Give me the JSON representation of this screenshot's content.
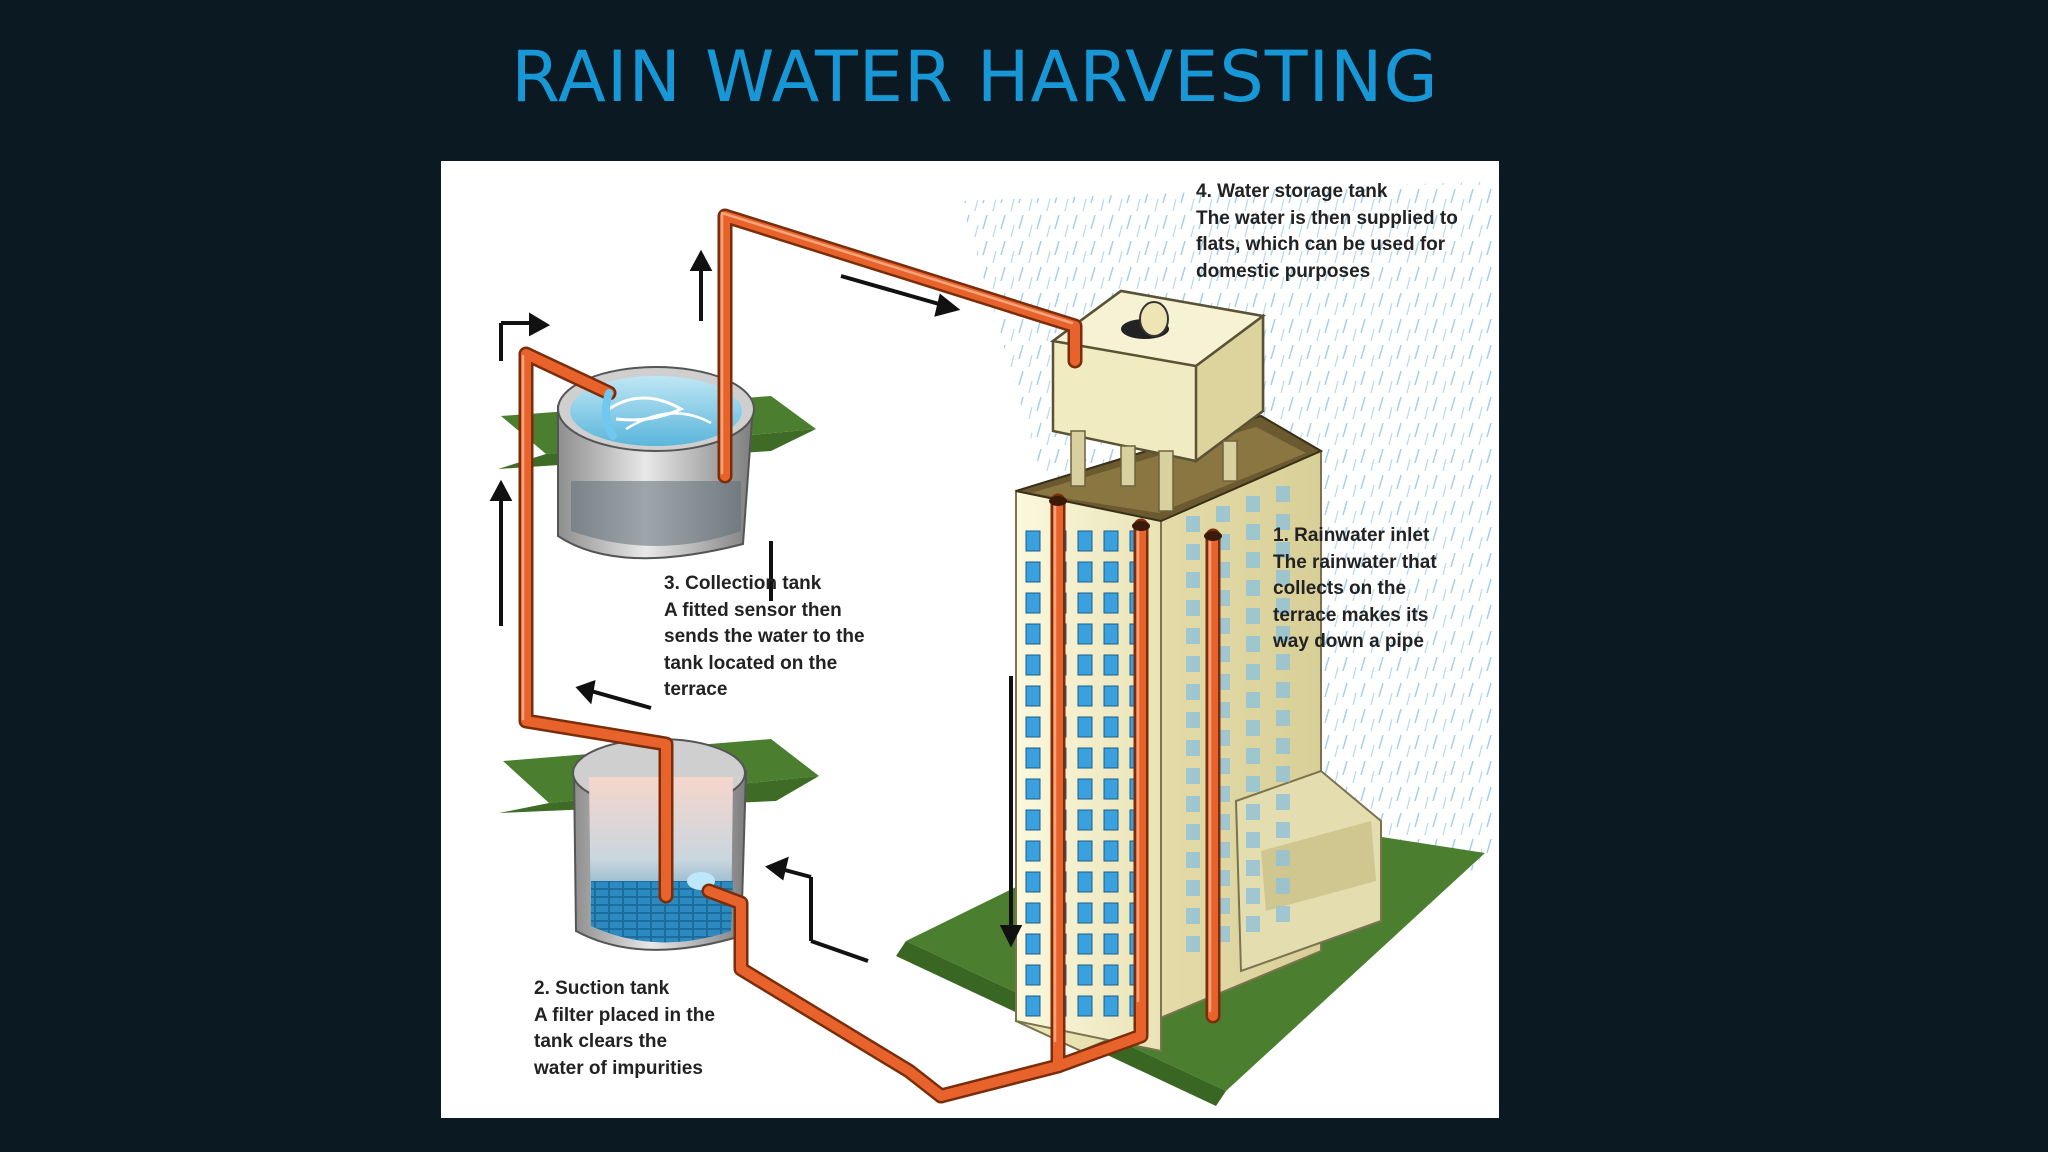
{
  "slide": {
    "title": "RAIN WATER HARVESTING"
  },
  "diagram": {
    "callouts": {
      "storage_tank": {
        "heading": "4. Water storage tank",
        "lines": [
          "The water is then supplied to",
          "flats, which can be used for",
          "domestic purposes"
        ]
      },
      "collection_tank": {
        "heading": "3. Collection tank",
        "lines": [
          "A fitted sensor then",
          "sends the water to the",
          "tank located on the",
          "terrace"
        ]
      },
      "rainwater_inlet": {
        "heading": "1. Rainwater inlet",
        "lines": [
          "The rainwater that",
          "collects on the",
          "terrace makes its",
          "way down a pipe"
        ]
      },
      "suction_tank": {
        "heading": "2. Suction tank",
        "lines": [
          "A filter placed in the",
          "tank clears the",
          "water of impurities"
        ]
      }
    }
  },
  "colors": {
    "background": "#0a1922",
    "title": "#1897d6",
    "pipe": "#e8632b",
    "ground": "#4b7f2f",
    "building": "#f3efc8",
    "window": "#3aa0de",
    "water": "#9fd8ee"
  }
}
